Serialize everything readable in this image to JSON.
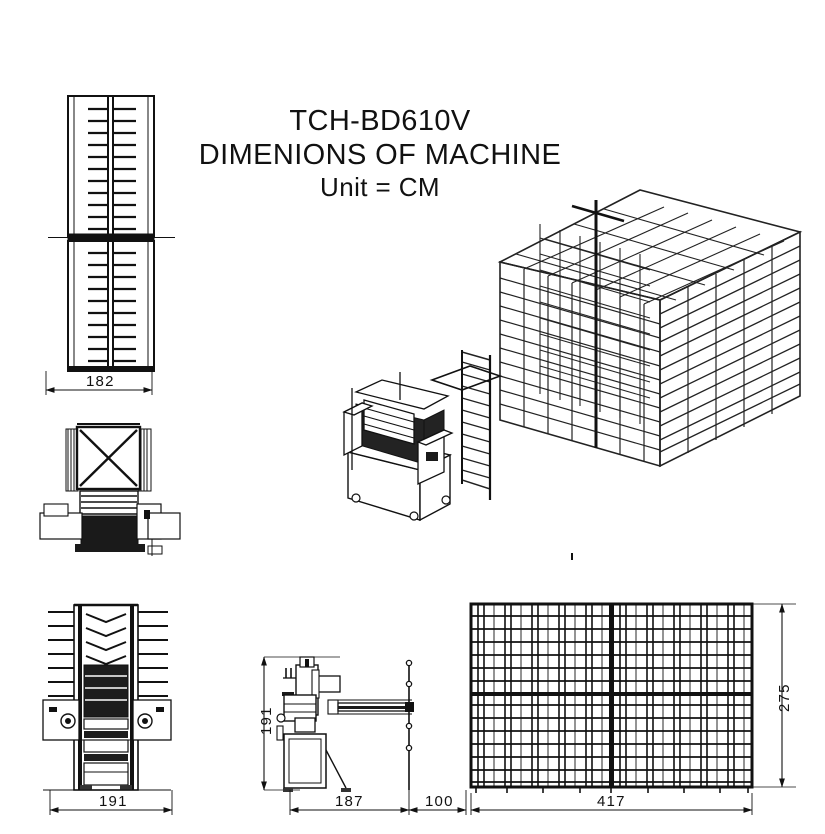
{
  "drawing": {
    "title_lines": [
      "TCH-BD610V",
      "DIMENIONS OF MACHINE",
      "Unit = CM"
    ],
    "model": "TCH-BD610V",
    "heading": "DIMENIONS OF MACHINE",
    "unit_note": "Unit = CM",
    "unit": "CM",
    "background_color": "#ffffff",
    "line_color": "#111111"
  },
  "views": {
    "top_left": {
      "name": "rack-side-elevation",
      "dimension_label": "182"
    },
    "mid_left": {
      "name": "machine-plan-view"
    },
    "isometric": {
      "name": "isometric-assembly-view"
    },
    "bottom_left": {
      "name": "machine-front-elevation",
      "dimension_label": "191"
    },
    "bottom_mid": {
      "name": "machine-side-elevation",
      "dimension_label_width": "187",
      "dimension_label_height": "191",
      "dimension_label_gap": "100"
    },
    "bottom_right": {
      "name": "rack-front-elevation",
      "dimension_label_width": "417",
      "dimension_label_height": "275"
    }
  },
  "dimensions": {
    "rack_depth_182": "182",
    "machine_width_191": "191",
    "machine_height_191": "191",
    "machine_depth_187": "187",
    "gap_100": "100",
    "rack_width_417": "417",
    "rack_height_275": "275"
  }
}
